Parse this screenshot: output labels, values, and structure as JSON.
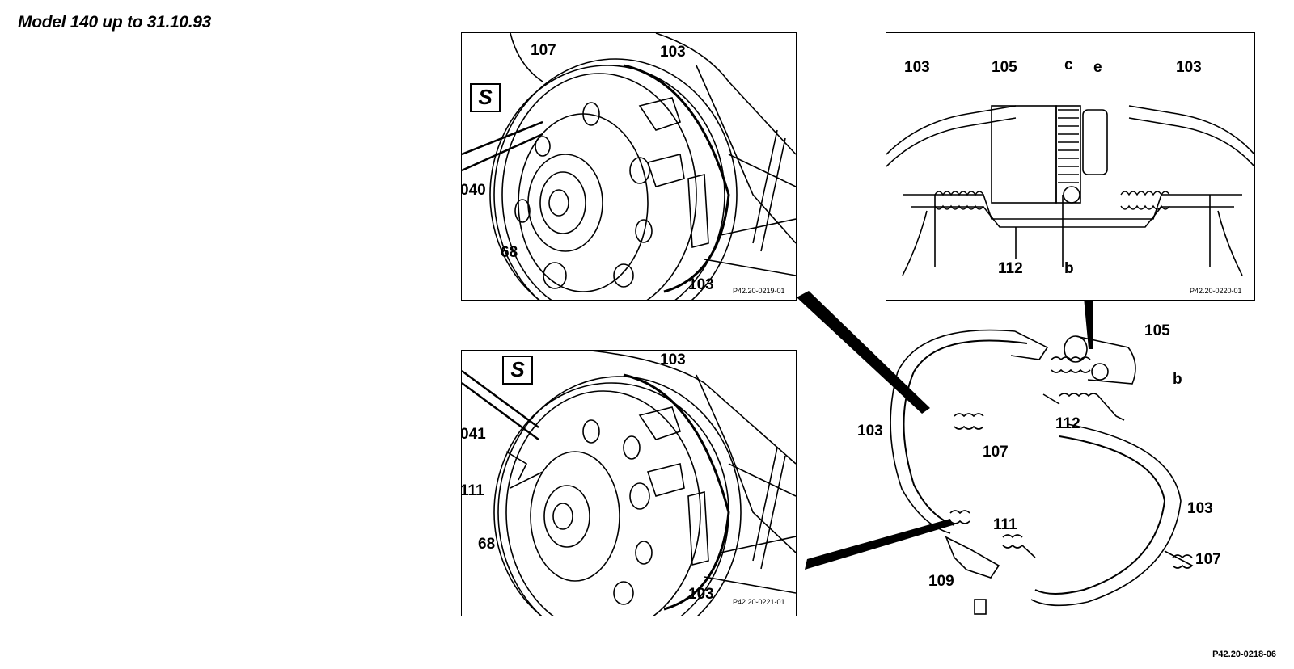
{
  "title": "Model 140 up to 31.10.93",
  "figure_code": "P42.20-0218-06",
  "tool_symbol": "S",
  "panel_top_left": {
    "code": "P42.20-0219-01",
    "labels": {
      "l107": "107",
      "l103a": "103",
      "l040": "040",
      "l68": "68",
      "l103b": "103"
    }
  },
  "panel_top_right": {
    "code": "P42.20-0220-01",
    "labels": {
      "l103a": "103",
      "l105": "105",
      "lc": "c",
      "le": "e",
      "l103b": "103",
      "l112": "112",
      "lb": "b"
    }
  },
  "panel_bottom_left": {
    "code": "P42.20-0221-01",
    "labels": {
      "l103a": "103",
      "l041": "041",
      "l111": "111",
      "l68": "68",
      "l103b": "103"
    }
  },
  "exploded": {
    "labels": {
      "l105": "105",
      "lb": "b",
      "l103a": "103",
      "l112": "112",
      "l107a": "107",
      "l103b": "103",
      "l111": "111",
      "l107b": "107",
      "l109": "109"
    }
  }
}
